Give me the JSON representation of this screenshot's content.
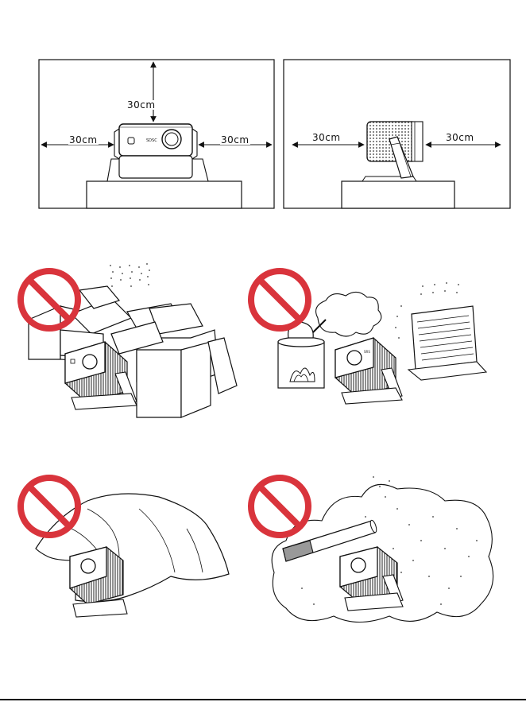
{
  "clearance": {
    "top_label": "30cm",
    "left_label": "30cm",
    "right_label": "30cm",
    "rear_left_label": "30cm",
    "rear_right_label": "30cm"
  },
  "device_badge": {
    "front": "SDSC",
    "small": "SRS"
  },
  "colors": {
    "prohibit": "#d9343c",
    "line": "#111111"
  },
  "icons": [
    "prohibit-icon",
    "prohibit-icon",
    "prohibit-icon",
    "prohibit-icon"
  ]
}
